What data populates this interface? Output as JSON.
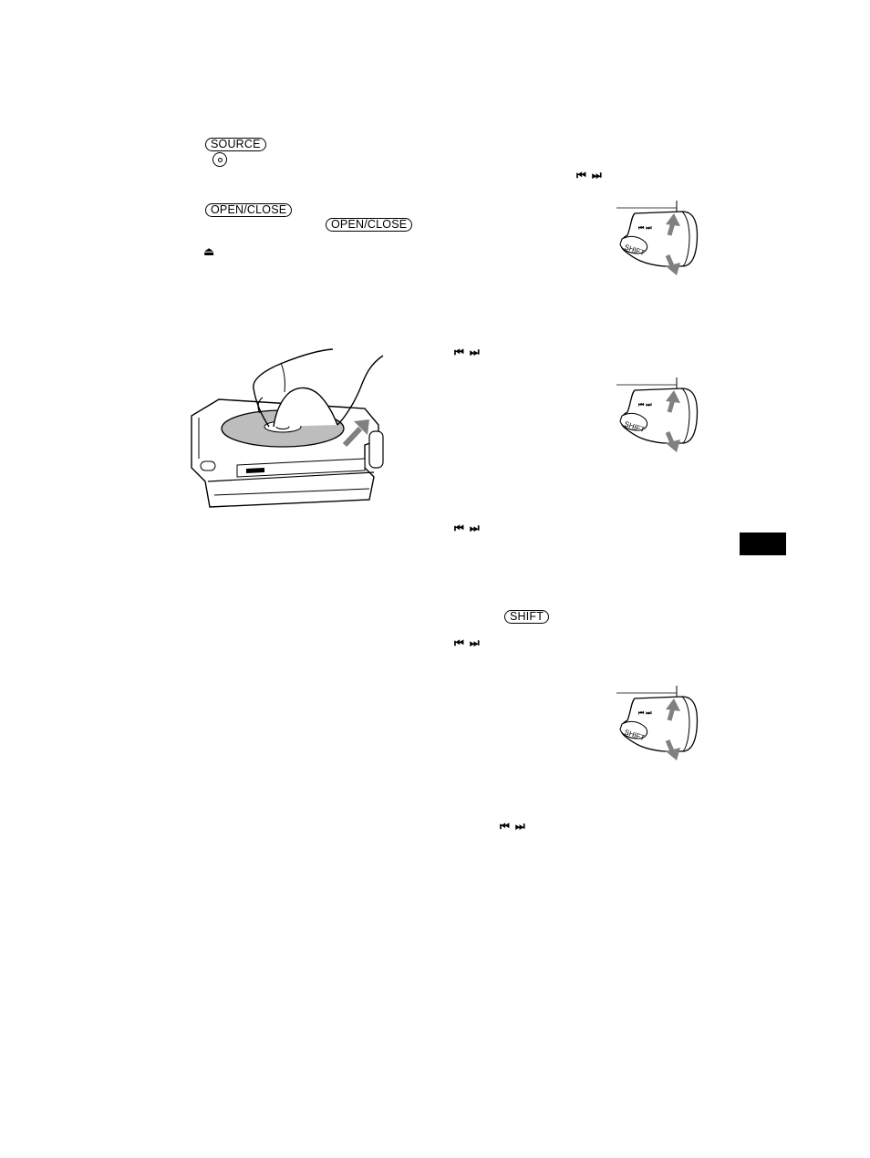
{
  "buttons": {
    "source": "SOURCE",
    "open_close_1": "OPEN/CLOSE",
    "open_close_2": "OPEN/CLOSE",
    "shift": "SHIFT"
  },
  "symbols": {
    "eject": "⏏",
    "prev": "⏮",
    "next": "⏭"
  },
  "figure_labels": {
    "shift": "SHIFT",
    "skip": "⏮ ⏭"
  }
}
